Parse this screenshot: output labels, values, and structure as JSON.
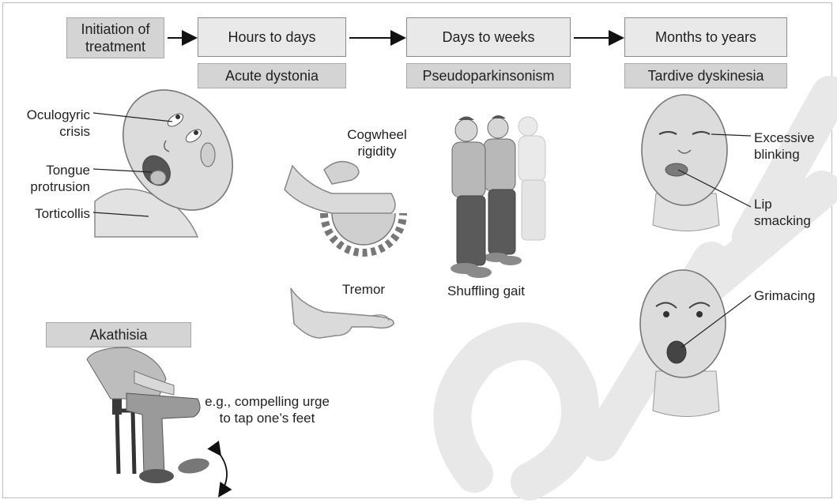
{
  "timeline": {
    "start": "Initiation of\ntreatment",
    "stages": [
      {
        "time": "Hours to days",
        "effect": "Acute dystonia"
      },
      {
        "time": "Days to weeks",
        "effect": "Pseudoparkinsonism"
      },
      {
        "time": "Months to years",
        "effect": "Tardive dyskinesia"
      }
    ]
  },
  "acute_dystonia": {
    "oculogyric": "Oculogyric\ncrisis",
    "tongue": "Tongue\nprotrusion",
    "torticollis": "Torticollis"
  },
  "pseudoparkinsonism": {
    "cogwheel": "Cogwheel\nrigidity",
    "tremor": "Tremor",
    "shuffling": "Shuffling gait"
  },
  "tardive": {
    "blinking": "Excessive\nblinking",
    "lip": "Lip\nsmacking",
    "grimacing": "Grimacing"
  },
  "akathisia": {
    "title": "Akathisia",
    "example": "e.g., compelling urge\nto tap one’s feet"
  },
  "colors": {
    "box_fill": "#d4d4d4",
    "stage_fill": "#e9e9e9",
    "skin": "#dcdcdc",
    "watermark": "#e8e8e8"
  }
}
